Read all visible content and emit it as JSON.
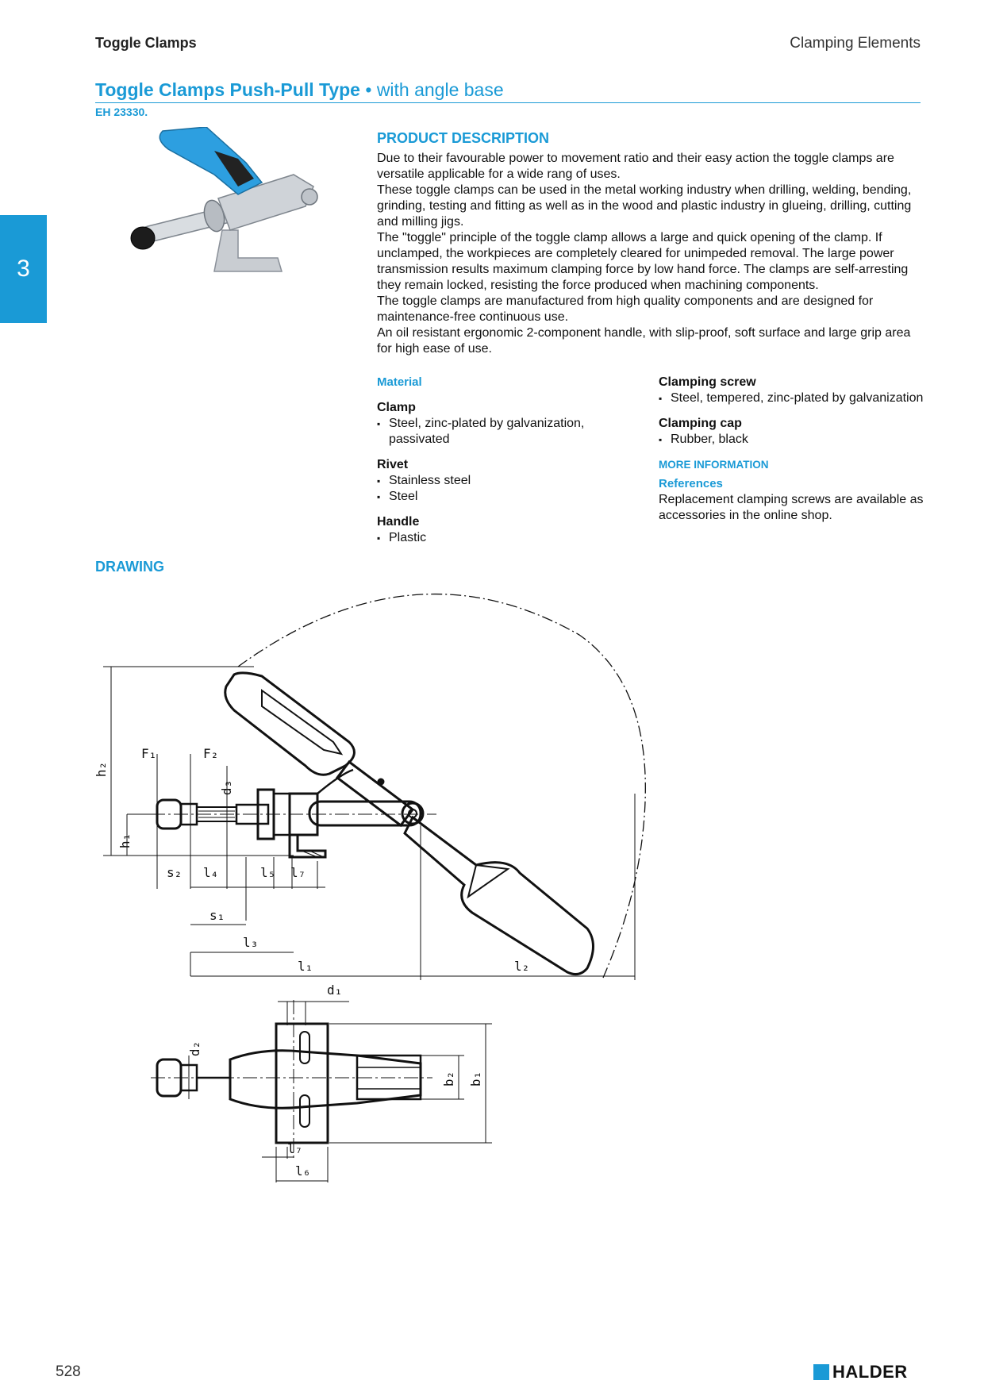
{
  "header": {
    "section": "Toggle Clamps",
    "category": "Clamping Elements"
  },
  "title": {
    "main": "Toggle Clamps Push-Pull Type",
    "bullet": "•",
    "sub": "with angle base",
    "code": "EH 23330."
  },
  "chapter_tab": "3",
  "product_description": {
    "heading": "PRODUCT DESCRIPTION",
    "paragraphs": [
      "Due to their favourable power to movement ratio and their easy action the toggle clamps are versatile applicable for a wide rang of uses.",
      "These toggle clamps can be used in the metal working industry when drilling, welding, bending, grinding, testing and fitting as well as in the wood and plastic industry in glueing, drilling, cutting and milling jigs.",
      "The \"toggle\" principle of the toggle clamp allows a large and quick opening of the clamp. If unclamped, the workpieces are completely cleared for unimpeded removal. The large power transmission results maximum clamping force by low hand force. The clamps are self-arresting they remain locked, resisting the force produced when machining components.",
      "The toggle clamps are manufactured from high quality components and are designed for maintenance-free continuous use.",
      "An oil resistant ergonomic 2-component handle, with slip-proof, soft surface and large grip area for high ease of use."
    ]
  },
  "material": {
    "heading": "Material",
    "clamp": {
      "label": "Clamp",
      "items": [
        "Steel, zinc-plated by galvanization, passivated"
      ]
    },
    "rivet": {
      "label": "Rivet",
      "items": [
        "Stainless steel",
        "Steel"
      ]
    },
    "handle": {
      "label": "Handle",
      "items": [
        "Plastic"
      ]
    },
    "clamping_screw": {
      "label": "Clamping screw",
      "items": [
        "Steel, tempered, zinc-plated by galvanization"
      ]
    },
    "clamping_cap": {
      "label": "Clamping cap",
      "items": [
        "Rubber, black"
      ]
    }
  },
  "more_information": {
    "heading": "MORE INFORMATION",
    "references_label": "References",
    "references_text": "Replacement clamping screws are available as accessories in the online shop."
  },
  "drawing": {
    "heading": "DRAWING",
    "labels": {
      "h2": "h₂",
      "h1": "h₁",
      "F1": "F₁",
      "F2": "F₂",
      "d3": "d₃",
      "s2": "s₂",
      "l4": "l₄",
      "l5": "l₅",
      "l7": "l₇",
      "s1": "s₁",
      "l3": "l₃",
      "l1": "l₁",
      "l2": "l₂",
      "d1": "d₁",
      "d2": "d₂",
      "b2": "b₂",
      "b1": "b₁",
      "l7b": "l₇",
      "l6": "l₆"
    }
  },
  "footer": {
    "page_number": "528",
    "brand": "HALDER"
  },
  "colors": {
    "accent": "#1a9ad6",
    "handle_blue": "#2d9fe0"
  }
}
